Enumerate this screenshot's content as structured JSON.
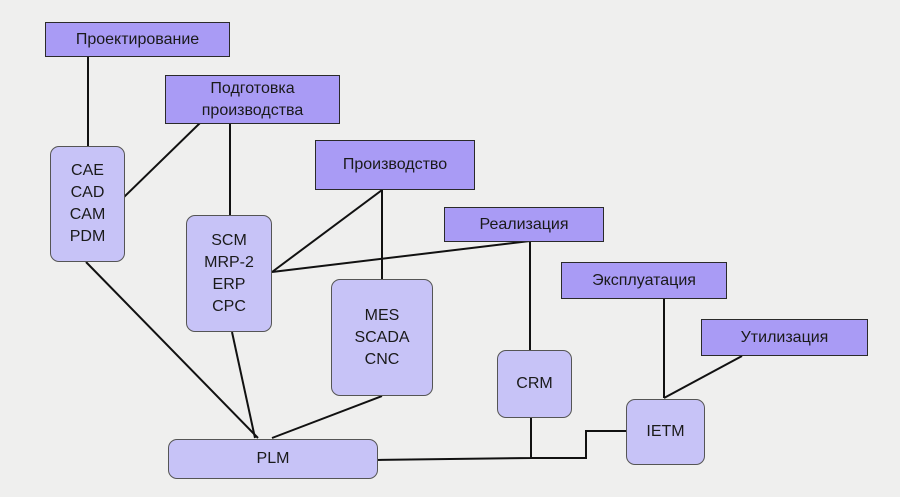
{
  "diagram": {
    "stages": {
      "design": "Проектирование",
      "prep_line1": "Подготовка",
      "prep_line2": "производства",
      "production": "Производство",
      "sales": "Реализация",
      "operation": "Эксплуатация",
      "disposal": "Утилизация"
    },
    "systems": {
      "cae": [
        "CAE",
        "CAD",
        "CAM",
        "PDM"
      ],
      "scm": [
        "SCM",
        "MRP-2",
        "ERP",
        "CPC"
      ],
      "mes": [
        "MES",
        "SCADA",
        "CNC"
      ],
      "crm": "CRM",
      "ietm": "IETM",
      "plm": "PLM"
    },
    "colors": {
      "stage_fill": "#a99bf5",
      "system_fill": "#c7c3f7",
      "background": "#efefee"
    }
  }
}
